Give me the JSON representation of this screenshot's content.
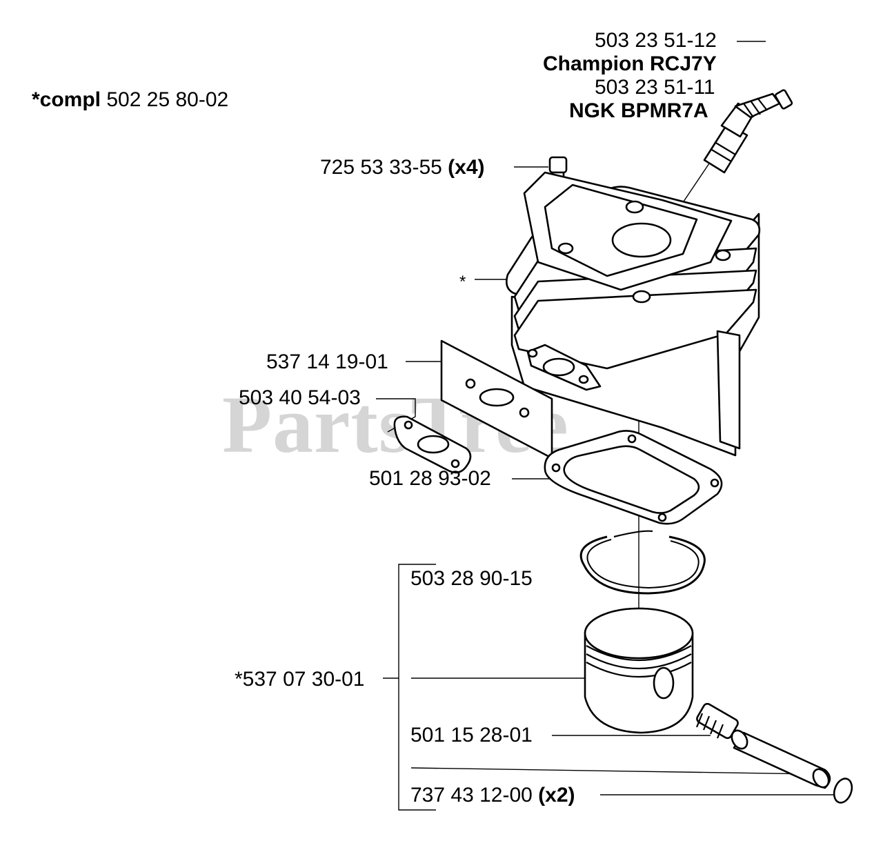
{
  "watermark": "PartsTree",
  "labels": {
    "spark_plug_a_no": "503 23 51-12",
    "spark_plug_a_name": "Champion RCJ7Y",
    "spark_plug_b_no": "503 23 51-11",
    "spark_plug_b_name": "NGK BPMR7A",
    "complete_prefix": "*compl",
    "complete_no": "502  25 80-02",
    "screw_no": "725 53 33-55",
    "screw_qty": "(x4)",
    "cylinder_mark": "*",
    "gasket_plate_no": "537 14 19-01",
    "muffler_gasket_no": "503 40 54-03",
    "base_gasket_no": "501 28 93-02",
    "ring_no": "503 28 90-15",
    "piston_no": "*537 07 30-01",
    "bearing_no": "501 15 28-01",
    "circlip_no": "737 43 12-00",
    "circlip_qty": "(x2)"
  }
}
